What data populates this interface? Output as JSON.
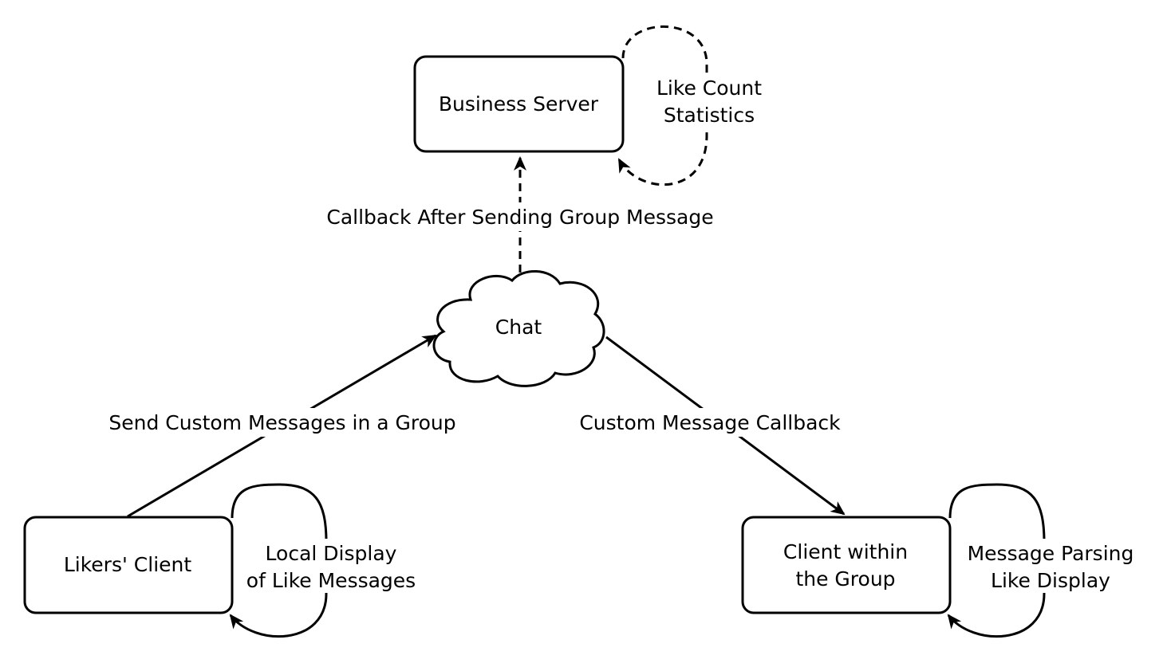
{
  "nodes": {
    "business_server": "Business Server",
    "chat": "Chat",
    "likers_client": "Likers' Client",
    "group_client": [
      "Client within",
      "the Group"
    ]
  },
  "edges": {
    "callback_after_send": "Callback After Sending Group Message",
    "send_custom_messages": "Send Custom Messages in a Group",
    "custom_message_callback": "Custom Message Callback"
  },
  "self_loops": {
    "like_count": [
      "Like Count",
      "Statistics"
    ],
    "local_display": [
      "Local Display",
      "of Like Messages"
    ],
    "parsing_display": [
      "Message Parsing",
      "Like Display"
    ]
  }
}
